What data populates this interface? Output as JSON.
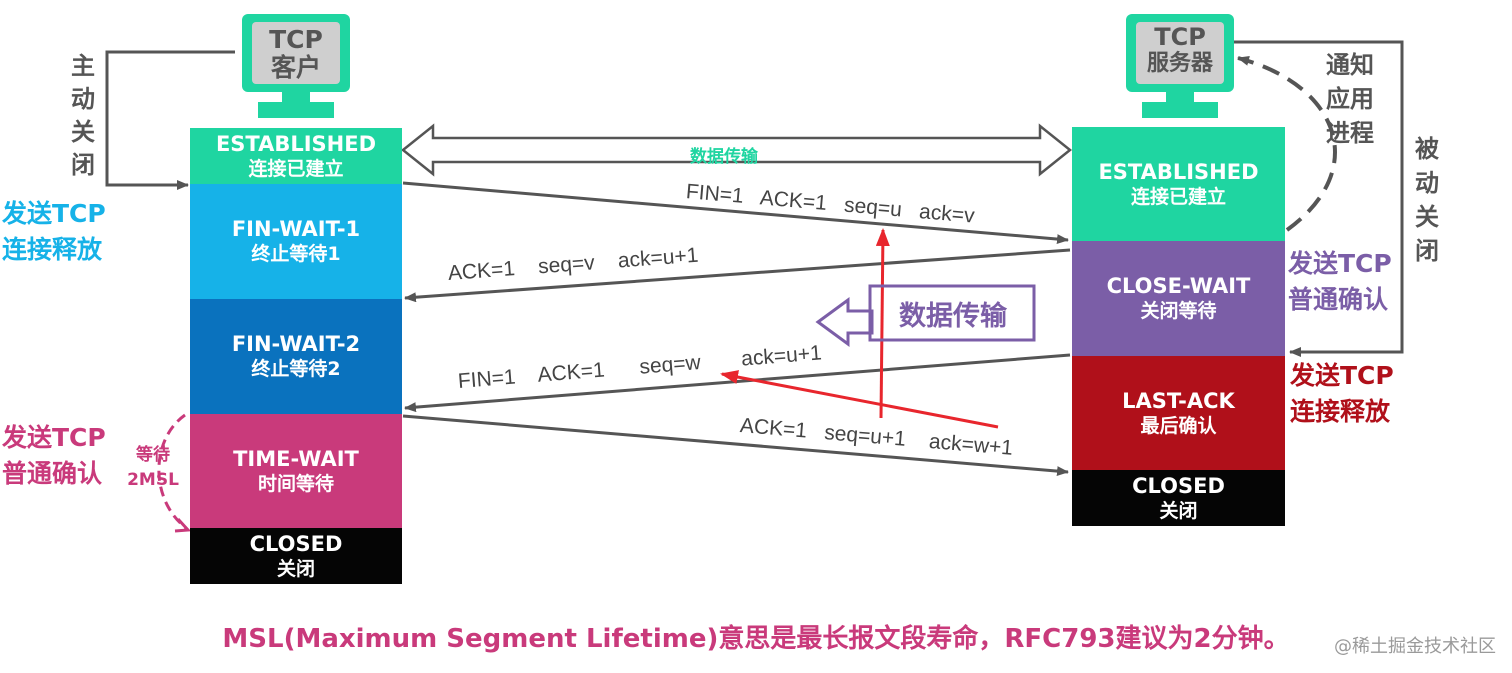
{
  "client": {
    "monitor_label": [
      "TCP",
      "客户"
    ],
    "side_label": [
      "主",
      "动",
      "关",
      "闭"
    ],
    "states": [
      {
        "en": "ESTABLISHED",
        "zh": "连接已建立",
        "color": "#1fd5a1"
      },
      {
        "en": "FIN-WAIT-1",
        "zh": "终止等待1",
        "color": "#16b2e8"
      },
      {
        "en": "FIN-WAIT-2",
        "zh": "终止等待2",
        "color": "#0a72be"
      },
      {
        "en": "TIME-WAIT",
        "zh": "时间等待",
        "color": "#c93a7b"
      },
      {
        "en": "CLOSED",
        "zh": "关闭",
        "color": "#050505"
      }
    ]
  },
  "server": {
    "monitor_label": [
      "TCP",
      "服务器"
    ],
    "notify_label": [
      "通知",
      "应用",
      "进程"
    ],
    "side_label": [
      "被",
      "动",
      "关",
      "闭"
    ],
    "states": [
      {
        "en": "ESTABLISHED",
        "zh": "连接已建立",
        "color": "#1fd5a1"
      },
      {
        "en": "CLOSE-WAIT",
        "zh": "关闭等待",
        "color": "#7b5ea7"
      },
      {
        "en": "LAST-ACK",
        "zh": "最后确认",
        "color": "#b0101a"
      },
      {
        "en": "CLOSED",
        "zh": "关闭",
        "color": "#050505"
      }
    ]
  },
  "annotations": {
    "client_release": [
      "发送TCP",
      "连接释放"
    ],
    "client_ack": [
      "发送TCP",
      "普通确认"
    ],
    "wait_2msl": [
      "等待",
      "2MSL"
    ],
    "server_ack": [
      "发送TCP",
      "普通确认"
    ],
    "server_release": [
      "发送TCP",
      "连接释放"
    ],
    "data_transfer_top": "数据传输",
    "data_transfer_mid": "数据传输"
  },
  "messages": {
    "m1": "FIN=1   ACK=1   seq=u   ack=v",
    "m2": "ACK=1    seq=v    ack=u+1",
    "m3": "FIN=1    ACK=1      seq=w       ack=u+1",
    "m4": "ACK=1   seq=u+1    ack=w+1"
  },
  "footnote": "MSL(Maximum Segment Lifetime)意思是最长报文段寿命，RFC793建议为2分钟。",
  "watermark": "@稀土掘金技术社区",
  "colors": {
    "client_release_text": "#16b2e8",
    "client_ack_text": "#c93a7b",
    "server_ack_text": "#7b5ea7",
    "server_release_text": "#b0101a",
    "monitor_green": "#1fd5a1",
    "red_arrow": "#e8262d"
  }
}
